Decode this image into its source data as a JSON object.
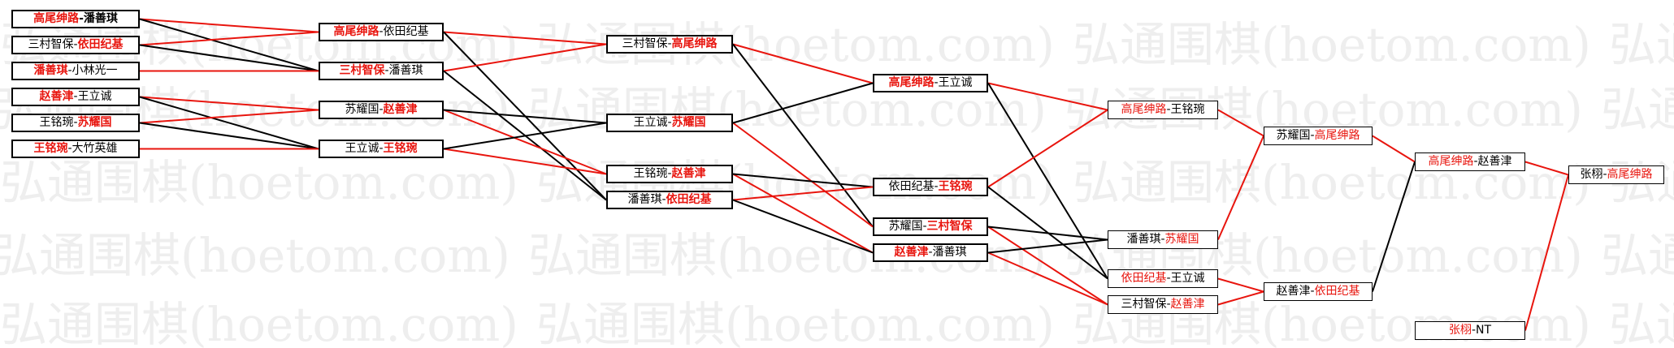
{
  "watermark_text": "弘通围棋(hoetom.com)",
  "colors": {
    "winner": "#e8150e",
    "loser": "#000000",
    "line_win": "#e8150e",
    "line_lose": "#000000"
  },
  "rounds": [
    {
      "name": "r1",
      "matches": [
        {
          "id": "m1",
          "p1": "高尾绅路",
          "p2": "潘善琪",
          "winner": 1
        },
        {
          "id": "m2",
          "p1": "三村智保",
          "p2": "依田纪基",
          "winner": 2
        },
        {
          "id": "m3",
          "p1": "潘善琪",
          "p2": "小林光一",
          "winner": 1
        },
        {
          "id": "m4",
          "p1": "赵善津",
          "p2": "王立诚",
          "winner": 1
        },
        {
          "id": "m5",
          "p1": "王铭琬",
          "p2": "苏耀国",
          "winner": 2
        },
        {
          "id": "m6",
          "p1": "王铭琬",
          "p2": "大竹英雄",
          "winner": 1
        }
      ]
    },
    {
      "name": "r2",
      "matches": [
        {
          "id": "m7",
          "p1": "高尾绅路",
          "p2": "依田纪基",
          "winner": 1
        },
        {
          "id": "m8",
          "p1": "三村智保",
          "p2": "潘善琪",
          "winner": 1
        },
        {
          "id": "m9",
          "p1": "苏耀国",
          "p2": "赵善津",
          "winner": 2
        },
        {
          "id": "m10",
          "p1": "王立诚",
          "p2": "王铭琬",
          "winner": 2
        }
      ]
    },
    {
      "name": "r3",
      "matches": [
        {
          "id": "m11",
          "p1": "三村智保",
          "p2": "高尾绅路",
          "winner": 2
        },
        {
          "id": "m12",
          "p1": "王立诚",
          "p2": "苏耀国",
          "winner": 2
        },
        {
          "id": "m13",
          "p1": "王铭琬",
          "p2": "赵善津",
          "winner": 2
        },
        {
          "id": "m14",
          "p1": "潘善琪",
          "p2": "依田纪基",
          "winner": 2
        }
      ]
    },
    {
      "name": "r4",
      "matches": [
        {
          "id": "m15",
          "p1": "高尾绅路",
          "p2": "王立诚",
          "winner": 1
        },
        {
          "id": "m16",
          "p1": "依田纪基",
          "p2": "王铭琬",
          "winner": 2
        },
        {
          "id": "m17",
          "p1": "苏耀国",
          "p2": "三村智保",
          "winner": 2
        },
        {
          "id": "m18",
          "p1": "赵善津",
          "p2": "潘善琪",
          "winner": 1
        }
      ]
    },
    {
      "name": "r5",
      "matches": [
        {
          "id": "m19",
          "p1": "高尾绅路",
          "p2": "王铭琬",
          "winner": 1
        },
        {
          "id": "m20",
          "p1": "潘善琪",
          "p2": "苏耀国",
          "winner": 2
        },
        {
          "id": "m21",
          "p1": "依田纪基",
          "p2": "王立诚",
          "winner": 1
        },
        {
          "id": "m22",
          "p1": "三村智保",
          "p2": "赵善津",
          "winner": 2
        }
      ]
    },
    {
      "name": "r6",
      "matches": [
        {
          "id": "m23",
          "p1": "苏耀国",
          "p2": "高尾绅路",
          "winner": 2
        },
        {
          "id": "m24",
          "p1": "赵善津",
          "p2": "依田纪基",
          "winner": 2
        }
      ]
    },
    {
      "name": "r7",
      "matches": [
        {
          "id": "m25",
          "p1": "高尾绅路",
          "p2": "赵善津",
          "winner": 1
        },
        {
          "id": "m26",
          "p1": "张栩",
          "p2": "NT",
          "winner": 1
        }
      ]
    },
    {
      "name": "r8",
      "matches": [
        {
          "id": "m27",
          "p1": "张栩",
          "p2": "高尾绅路",
          "winner": 2
        }
      ]
    }
  ],
  "links": [
    {
      "from": "m1",
      "to": "m7",
      "result": "win"
    },
    {
      "from": "m1",
      "to": "m8",
      "result": "lose"
    },
    {
      "from": "m2",
      "to": "m7",
      "result": "win"
    },
    {
      "from": "m2",
      "to": "m8",
      "result": "lose"
    },
    {
      "from": "m3",
      "to": "m8",
      "result": "win"
    },
    {
      "from": "m4",
      "to": "m9",
      "result": "win"
    },
    {
      "from": "m4",
      "to": "m10",
      "result": "lose"
    },
    {
      "from": "m5",
      "to": "m9",
      "result": "win"
    },
    {
      "from": "m5",
      "to": "m10",
      "result": "lose"
    },
    {
      "from": "m6",
      "to": "m10",
      "result": "win"
    },
    {
      "from": "m7",
      "to": "m11",
      "result": "win"
    },
    {
      "from": "m7",
      "to": "m14",
      "result": "lose"
    },
    {
      "from": "m8",
      "to": "m11",
      "result": "win"
    },
    {
      "from": "m8",
      "to": "m14",
      "result": "lose"
    },
    {
      "from": "m9",
      "to": "m13",
      "result": "win"
    },
    {
      "from": "m9",
      "to": "m12",
      "result": "lose"
    },
    {
      "from": "m10",
      "to": "m13",
      "result": "win"
    },
    {
      "from": "m10",
      "to": "m12",
      "result": "lose"
    },
    {
      "from": "m11",
      "to": "m15",
      "result": "win"
    },
    {
      "from": "m11",
      "to": "m17",
      "result": "lose"
    },
    {
      "from": "m12",
      "to": "m17",
      "result": "win"
    },
    {
      "from": "m12",
      "to": "m15",
      "result": "lose"
    },
    {
      "from": "m13",
      "to": "m18",
      "result": "win"
    },
    {
      "from": "m13",
      "to": "m16",
      "result": "lose"
    },
    {
      "from": "m14",
      "to": "m16",
      "result": "win"
    },
    {
      "from": "m14",
      "to": "m18",
      "result": "lose"
    },
    {
      "from": "m15",
      "to": "m19",
      "result": "win"
    },
    {
      "from": "m15",
      "to": "m21",
      "result": "lose"
    },
    {
      "from": "m16",
      "to": "m19",
      "result": "win"
    },
    {
      "from": "m16",
      "to": "m21",
      "result": "lose"
    },
    {
      "from": "m17",
      "to": "m22",
      "result": "win"
    },
    {
      "from": "m17",
      "to": "m20",
      "result": "lose"
    },
    {
      "from": "m18",
      "to": "m22",
      "result": "win"
    },
    {
      "from": "m18",
      "to": "m20",
      "result": "lose"
    },
    {
      "from": "m19",
      "to": "m23",
      "result": "win"
    },
    {
      "from": "m20",
      "to": "m23",
      "result": "win"
    },
    {
      "from": "m21",
      "to": "m24",
      "result": "win"
    },
    {
      "from": "m22",
      "to": "m24",
      "result": "win"
    },
    {
      "from": "m23",
      "to": "m25",
      "result": "win"
    },
    {
      "from": "m24",
      "to": "m25",
      "result": "lose"
    },
    {
      "from": "m25",
      "to": "m27",
      "result": "win"
    },
    {
      "from": "m26",
      "to": "m27",
      "result": "win"
    }
  ]
}
